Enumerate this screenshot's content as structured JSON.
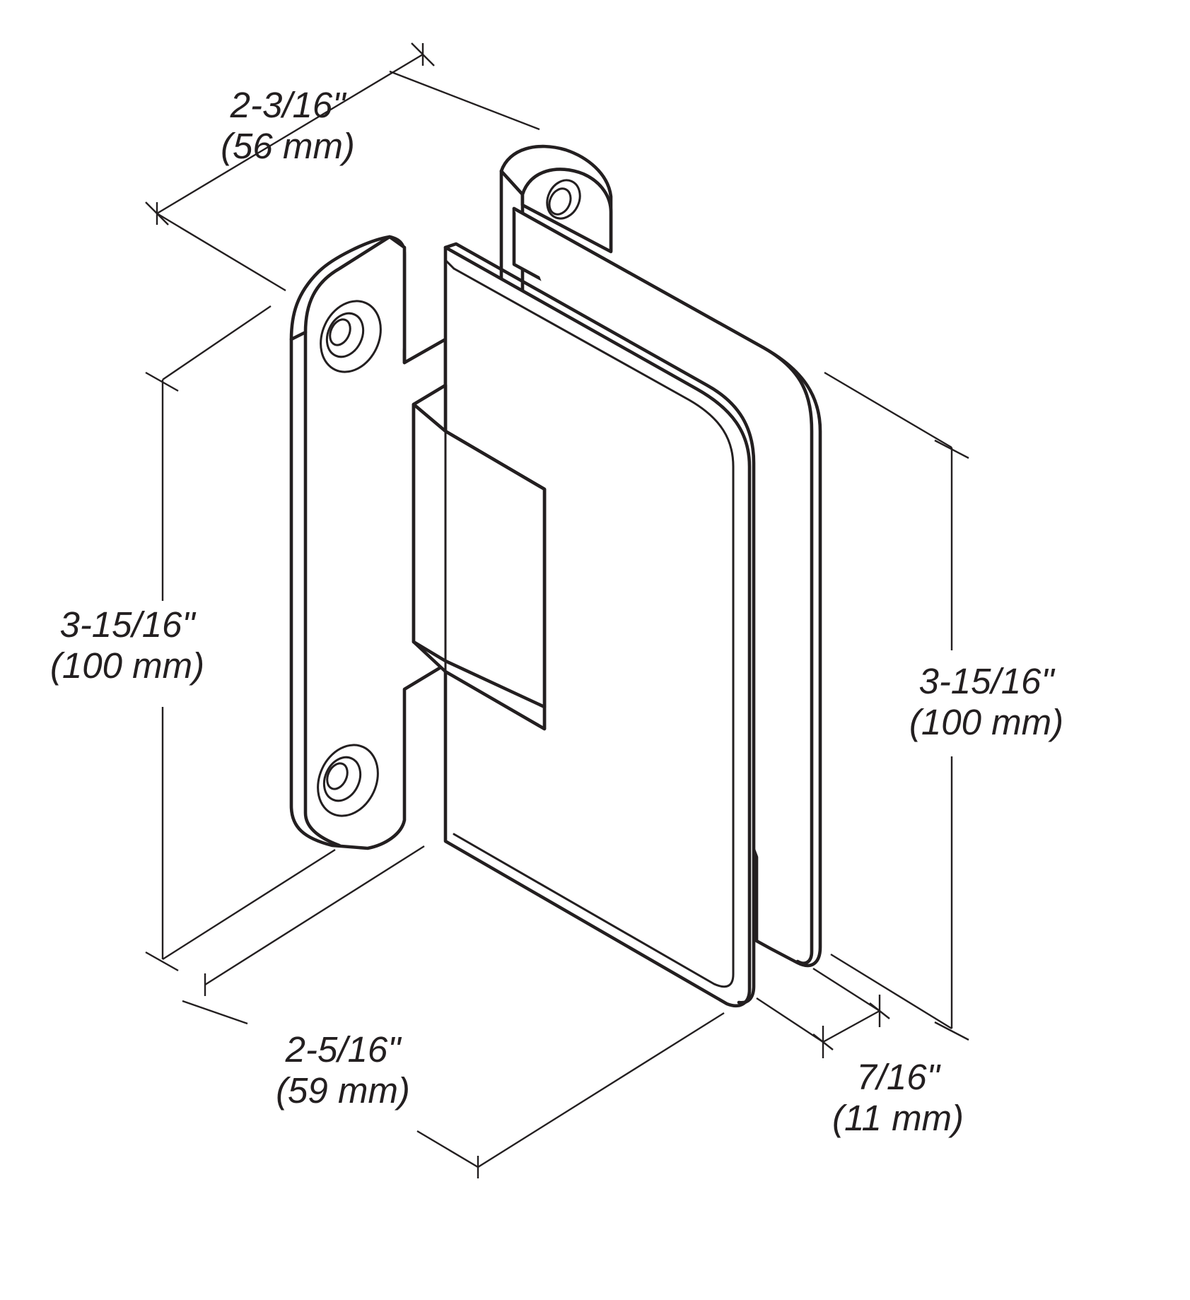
{
  "dimensions": {
    "top_width": {
      "imperial": "2-3/16\"",
      "metric": "(56 mm)"
    },
    "left_height": {
      "imperial": "3-15/16\"",
      "metric": "(100 mm)"
    },
    "right_height": {
      "imperial": "3-15/16\"",
      "metric": "(100 mm)"
    },
    "bottom_depth": {
      "imperial": "2-5/16\"",
      "metric": "(59 mm)"
    },
    "glass_gap": {
      "imperial": "7/16\"",
      "metric": "(11 mm)"
    }
  },
  "colors": {
    "line": "#231f20",
    "background": "#ffffff"
  }
}
